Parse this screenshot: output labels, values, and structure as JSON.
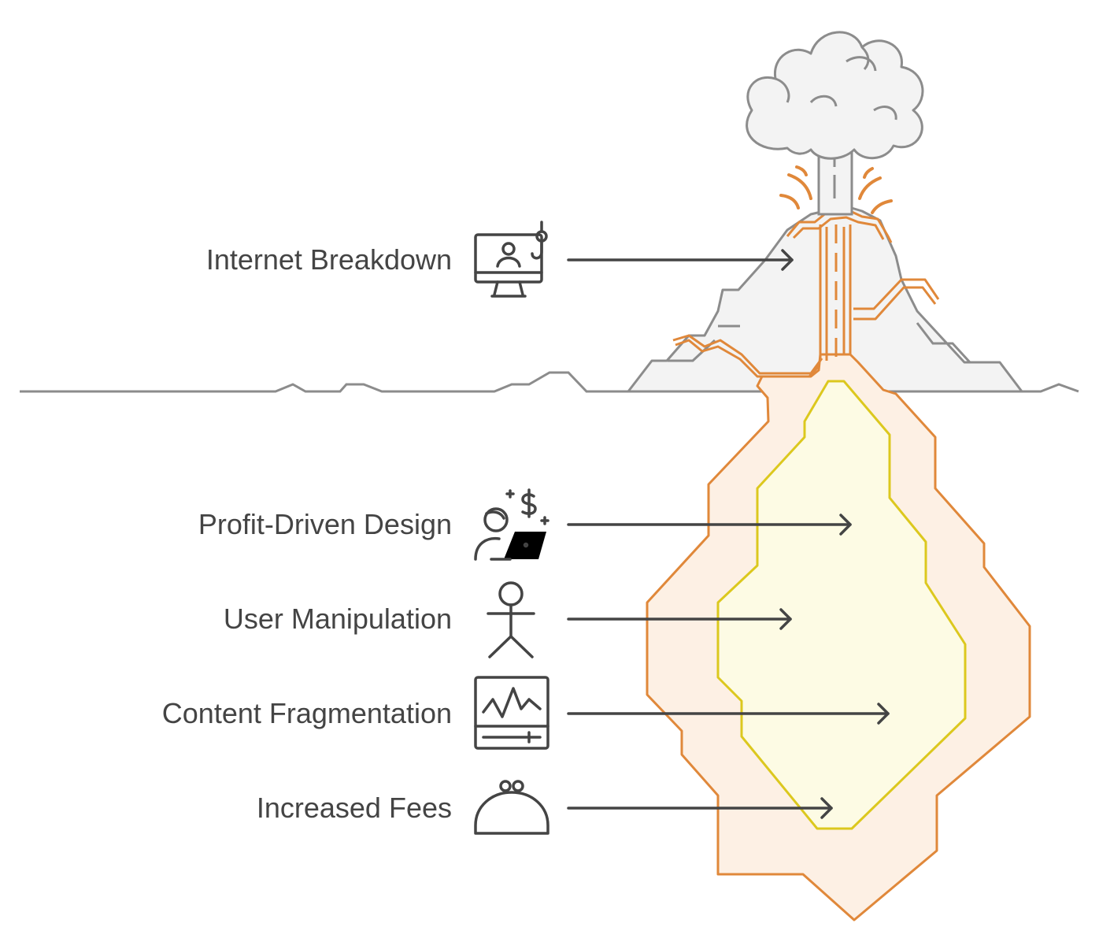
{
  "labels": {
    "internet_breakdown": "Internet Breakdown",
    "profit_driven_design": "Profit-Driven Design",
    "user_manipulation": "User Manipulation",
    "content_fragmentation": "Content Fragmentation",
    "increased_fees": "Increased Fees"
  },
  "icons": {
    "internet_breakdown": "monitor-user-hook-icon",
    "profit_driven_design": "person-laptop-dollar-icon",
    "user_manipulation": "stick-figure-icon",
    "content_fragmentation": "waveform-monitor-icon",
    "increased_fees": "coin-purse-icon"
  },
  "colors": {
    "text": "#444444",
    "mountain_fill": "#f3f3f3",
    "mountain_stroke": "#8c8c8c",
    "lava_stroke": "#e0883a",
    "magma_outer_fill": "#fdf0e4",
    "magma_inner_fill": "#fdfbe4",
    "magma_inner_stroke": "#dcc81e",
    "cloud_fill": "#f3f3f3"
  }
}
